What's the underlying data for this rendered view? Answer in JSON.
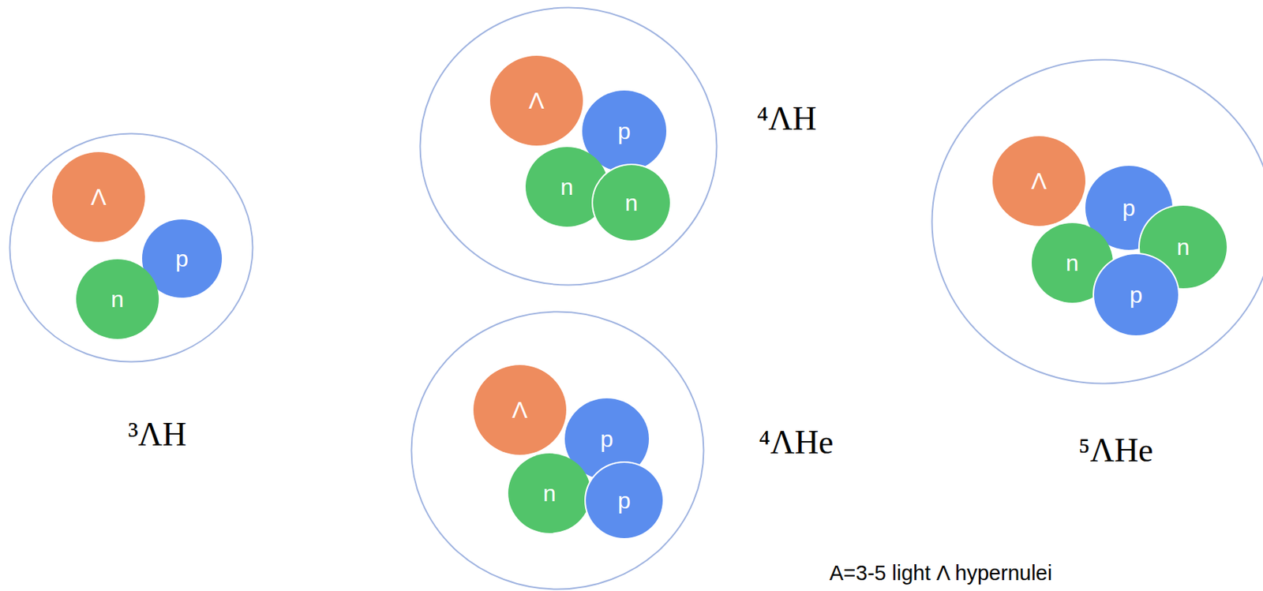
{
  "diagram": {
    "nodes": [
      {
        "text": [
          "³ΛH"
        ]
      },
      {
        "text": [
          "Λ"
        ],
        "in": 0
      },
      {
        "text": [
          "p"
        ],
        "in": 0
      },
      {
        "text": [
          "n"
        ],
        "in": 0
      },
      {
        "text": [
          "⁴ΛH"
        ]
      },
      {
        "text": [
          "Λ"
        ],
        "in": 4
      },
      {
        "text": [
          "p"
        ],
        "in": 4
      },
      {
        "text": [
          "n"
        ],
        "in": 4
      },
      {
        "text": [
          "n"
        ],
        "in": 4
      },
      {
        "text": [
          "⁴ΛHe"
        ]
      },
      {
        "text": [
          "Λ"
        ],
        "in": 9
      },
      {
        "text": [
          "p"
        ],
        "in": 9
      },
      {
        "text": [
          "n"
        ],
        "in": 9
      },
      {
        "text": [
          "p"
        ],
        "in": 9
      },
      {
        "text": [
          "⁵ΛHe"
        ]
      },
      {
        "text": [
          "Λ"
        ],
        "in": 14
      },
      {
        "text": [
          "p"
        ],
        "in": 14
      },
      {
        "text": [
          "n"
        ],
        "in": 14
      },
      {
        "text": [
          "n"
        ],
        "in": 14
      },
      {
        "text": [
          "p"
        ],
        "in": 14
      }
    ],
    "labels": [
      "A=3-5 light Λ hypernulei"
    ]
  }
}
